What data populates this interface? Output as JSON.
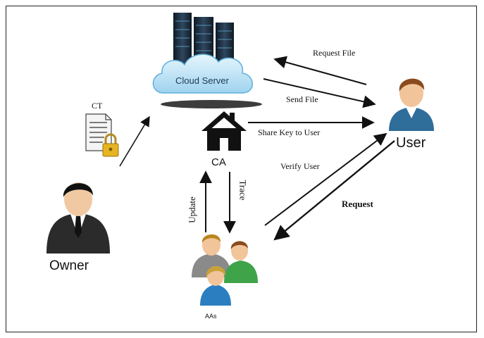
{
  "nodes": {
    "cloud_server": "Cloud Server",
    "user": "User",
    "ca": "CA",
    "owner": "Owner",
    "aas": "AAs",
    "ct": "CT"
  },
  "edges": {
    "request_file": "Request File",
    "send_file": "Send File",
    "share_key": "Share Key to User",
    "verify_user": "Verify User",
    "request": "Request",
    "update": "Update",
    "trace": "Trace"
  },
  "colors": {
    "cloud": "#bfe4f7",
    "server": "#1f2f3f",
    "user_shirt": "#2f6d9a",
    "owner_suit": "#2b2b2b",
    "aa_green": "#3fa34a",
    "aa_blue": "#2b7fc0"
  }
}
